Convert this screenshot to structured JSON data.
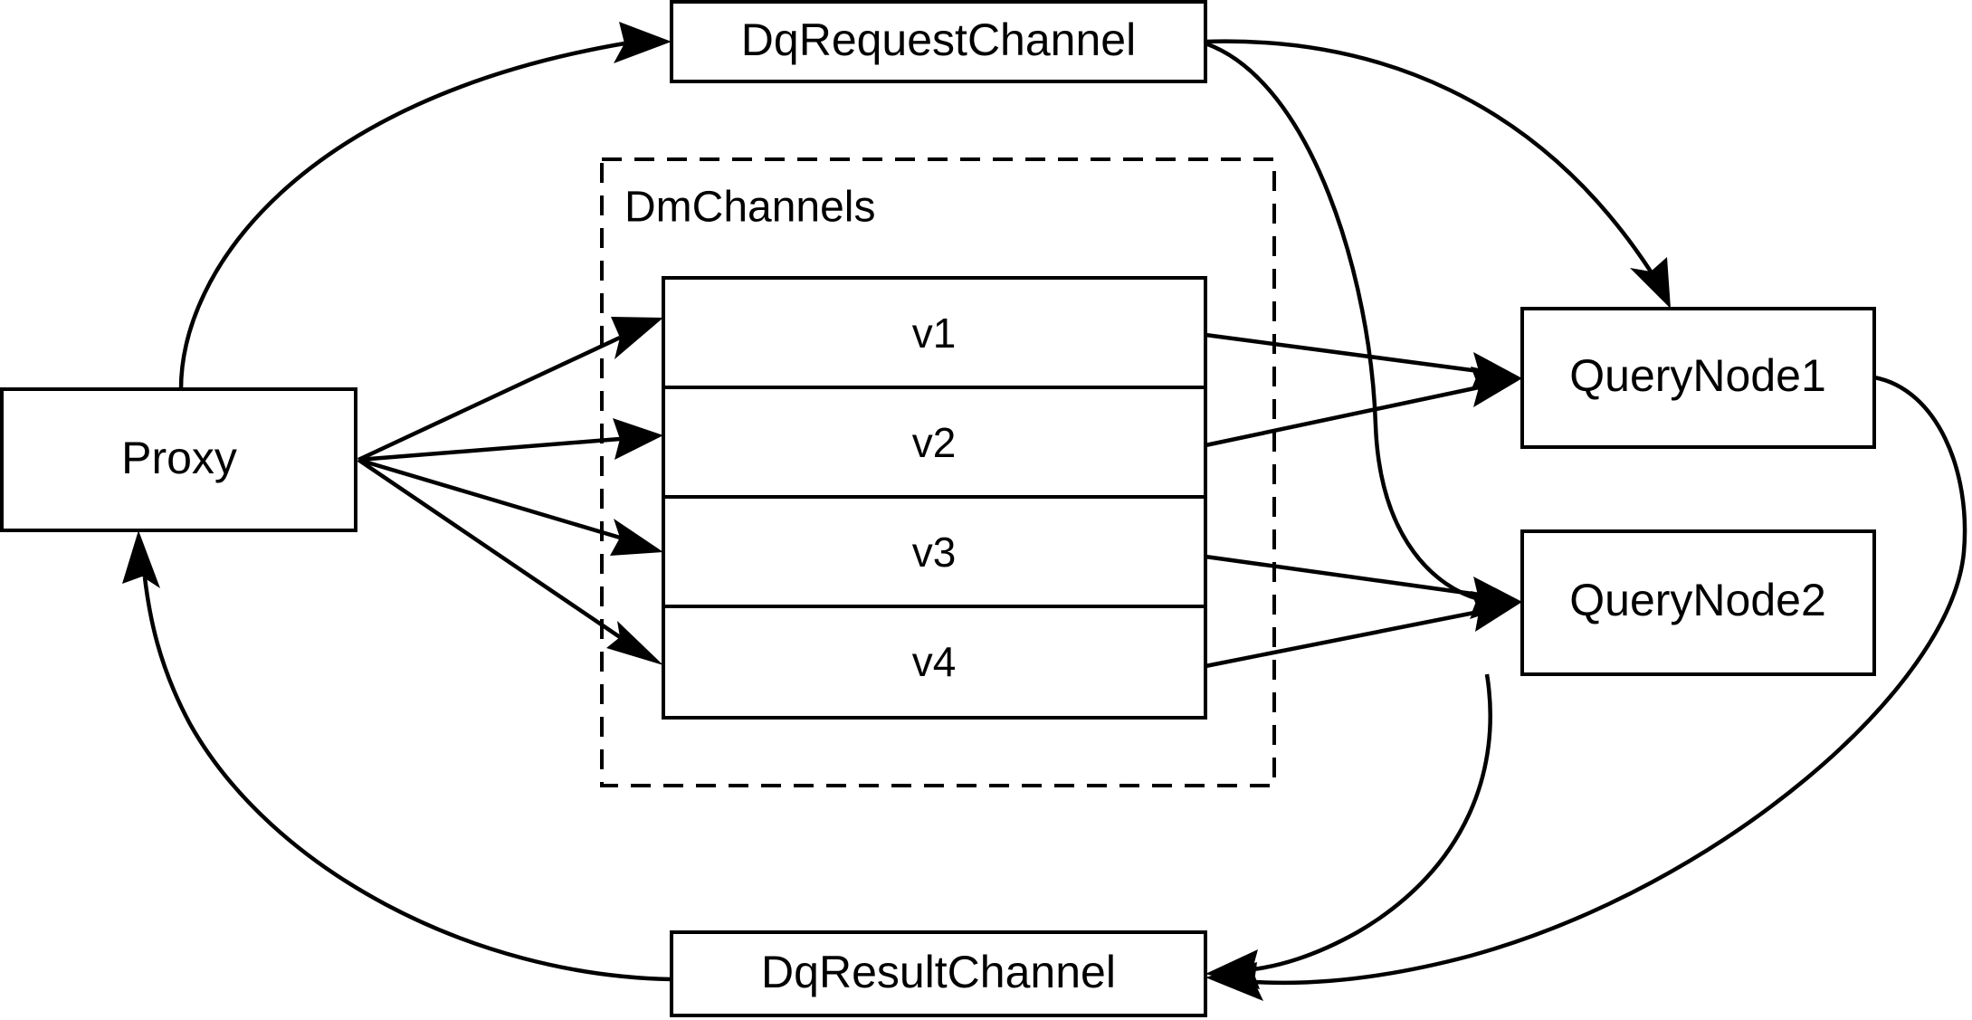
{
  "diagram": {
    "title": "Query channel dataflow diagram",
    "background_color": "#ffffff",
    "stroke_color": "#000000",
    "fill_color": "#ffffff",
    "nodes": {
      "proxy": {
        "label": "Proxy"
      },
      "dq_request_channel": {
        "label": "DqRequestChannel"
      },
      "dq_result_channel": {
        "label": "DqResultChannel"
      },
      "query_node_1": {
        "label": "QueryNode1"
      },
      "query_node_2": {
        "label": "QueryNode2"
      }
    },
    "group": {
      "label": "DmChannels",
      "style": "dashed"
    },
    "channels": [
      {
        "label": "v1"
      },
      {
        "label": "v2"
      },
      {
        "label": "v3"
      },
      {
        "label": "v4"
      }
    ],
    "edges": [
      {
        "from": "Proxy",
        "to": "DqRequestChannel",
        "style": "curved-arrow"
      },
      {
        "from": "Proxy",
        "to": "v1",
        "style": "straight-arrow"
      },
      {
        "from": "Proxy",
        "to": "v2",
        "style": "straight-arrow"
      },
      {
        "from": "Proxy",
        "to": "v3",
        "style": "straight-arrow"
      },
      {
        "from": "Proxy",
        "to": "v4",
        "style": "straight-arrow"
      },
      {
        "from": "v1",
        "to": "QueryNode1",
        "style": "straight-arrow"
      },
      {
        "from": "v2",
        "to": "QueryNode1",
        "style": "straight-arrow"
      },
      {
        "from": "v3",
        "to": "QueryNode2",
        "style": "straight-arrow"
      },
      {
        "from": "v4",
        "to": "QueryNode2",
        "style": "straight-arrow"
      },
      {
        "from": "DqRequestChannel",
        "to": "QueryNode1",
        "style": "curved-arrow"
      },
      {
        "from": "DqRequestChannel",
        "to": "QueryNode2",
        "style": "curved-arrow"
      },
      {
        "from": "QueryNode1",
        "to": "DqResultChannel",
        "style": "curved-arrow"
      },
      {
        "from": "QueryNode2",
        "to": "DqResultChannel",
        "style": "curved-arrow"
      },
      {
        "from": "DqResultChannel",
        "to": "Proxy",
        "style": "curved-arrow"
      }
    ]
  }
}
